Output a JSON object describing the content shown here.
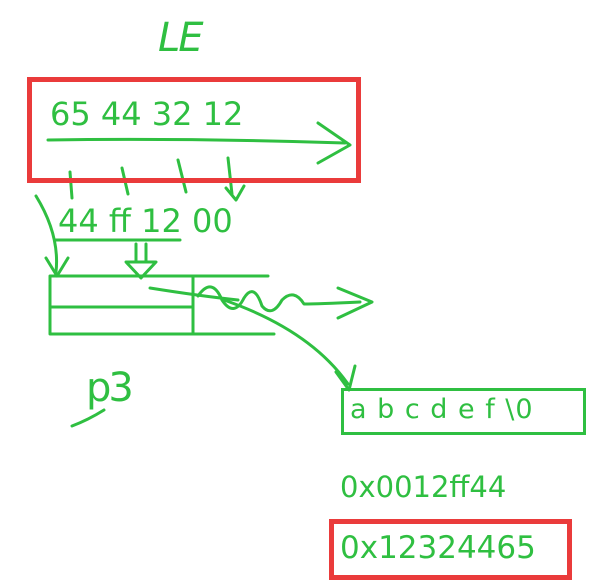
{
  "colors": {
    "ink": "#2fbf41",
    "highlight": "#ea3b3b",
    "background": "#ffffff"
  },
  "sketch": {
    "endian_label": "LE",
    "bytes_little_endian": "65 44 32 12",
    "bytes_in_memory": "44 ff 12 00",
    "pointer_name": "p3",
    "string_contents": "a b c d e f \\0",
    "address_1": "0x0012ff44",
    "address_2": "0x12324465"
  }
}
